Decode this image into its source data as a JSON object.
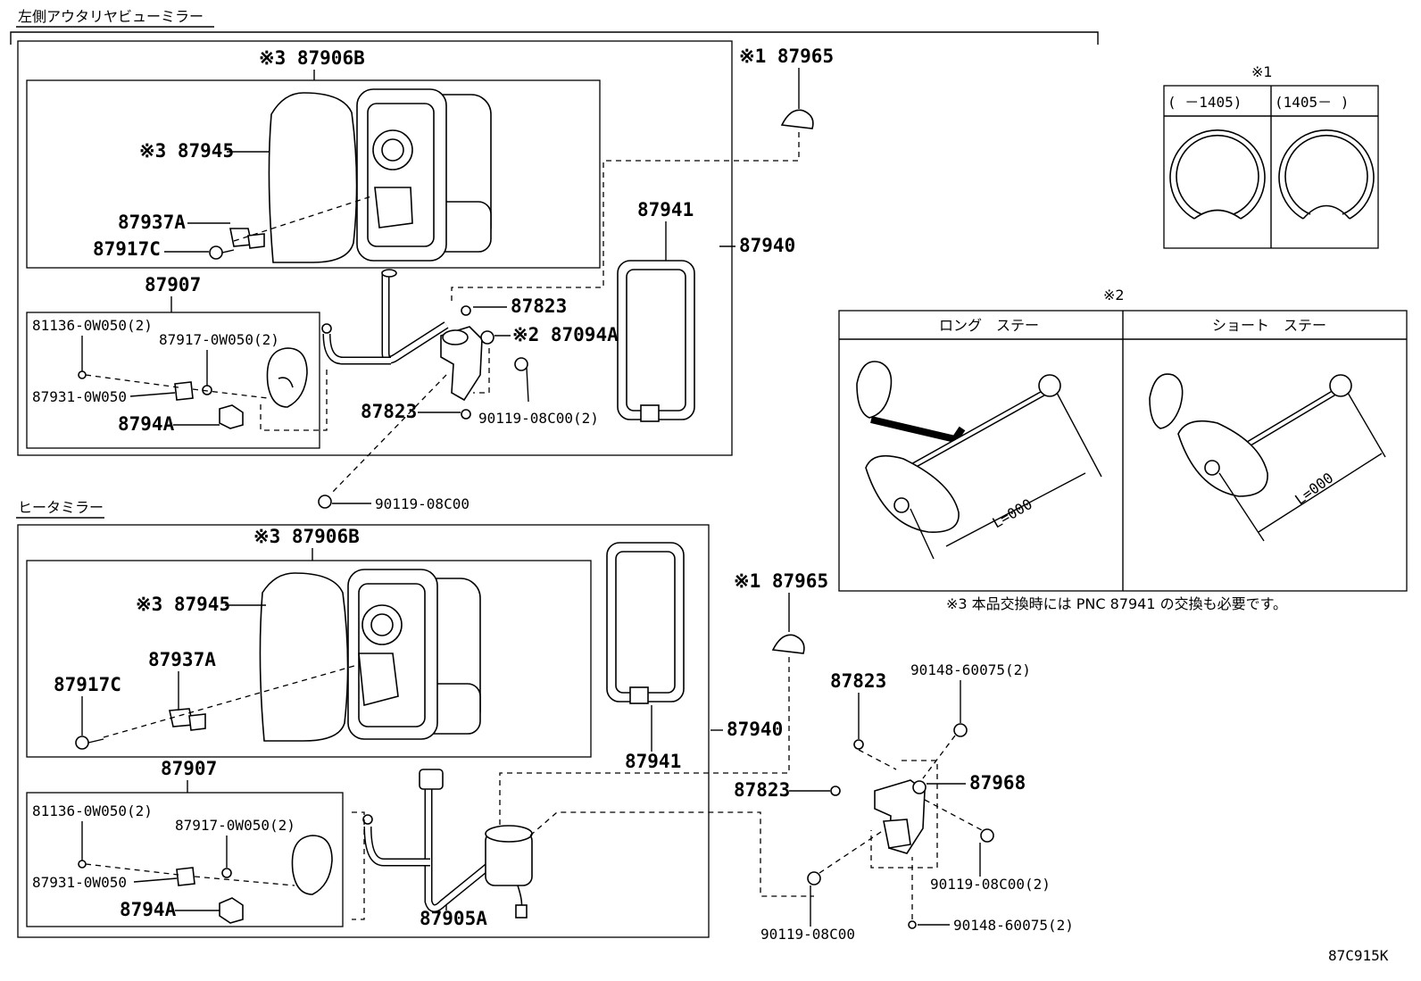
{
  "section_top": "左側アウタリヤビューミラー",
  "section_bottom": "ヒータミラー",
  "top": {
    "p87906B": "※3 87906B",
    "p87945": "※3 87945",
    "p87937A": "87937A",
    "p87917C": "87917C",
    "p87907": "87907",
    "p81136": "81136-0W050(2)",
    "p87917_0W050": "87917-0W050(2)",
    "p87931": "87931-0W050",
    "p8794A": "8794A",
    "p87823a": "87823",
    "p87094A": "※2 87094A",
    "p87823b": "87823",
    "p90119_2": "90119-08C00(2)",
    "p87941": "87941",
    "p87940": "87940",
    "p87965": "※1 87965",
    "p90119": "90119-08C00"
  },
  "bottom": {
    "p87906B": "※3 87906B",
    "p87945": "※3 87945",
    "p87937A": "87937A",
    "p87917C": "87917C",
    "p87907": "87907",
    "p81136": "81136-0W050(2)",
    "p87917_0W050": "87917-0W050(2)",
    "p87931": "87931-0W050",
    "p8794A": "8794A",
    "p87905A": "87905A",
    "p87941": "87941",
    "p87940": "87940",
    "p87965": "※1 87965",
    "p87823a": "87823",
    "p87823b": "87823",
    "p90148a": "90148-60075(2)",
    "p87968": "87968",
    "p90119_2": "90119-08C00(2)",
    "p90119": "90119-08C00",
    "p90148b": "90148-60075(2)"
  },
  "note1": {
    "title": "※1",
    "col1": "(   －1405)",
    "col2": "(1405－   )"
  },
  "note2": {
    "title": "※2",
    "col1": "ロング　ステー",
    "col2": "ショート　ステー",
    "dim1": "L=000",
    "dim2": "L=000"
  },
  "note3": "※3 本品交換時には PNC 87941 の交換も必要です。",
  "figure_code": "87C915K"
}
